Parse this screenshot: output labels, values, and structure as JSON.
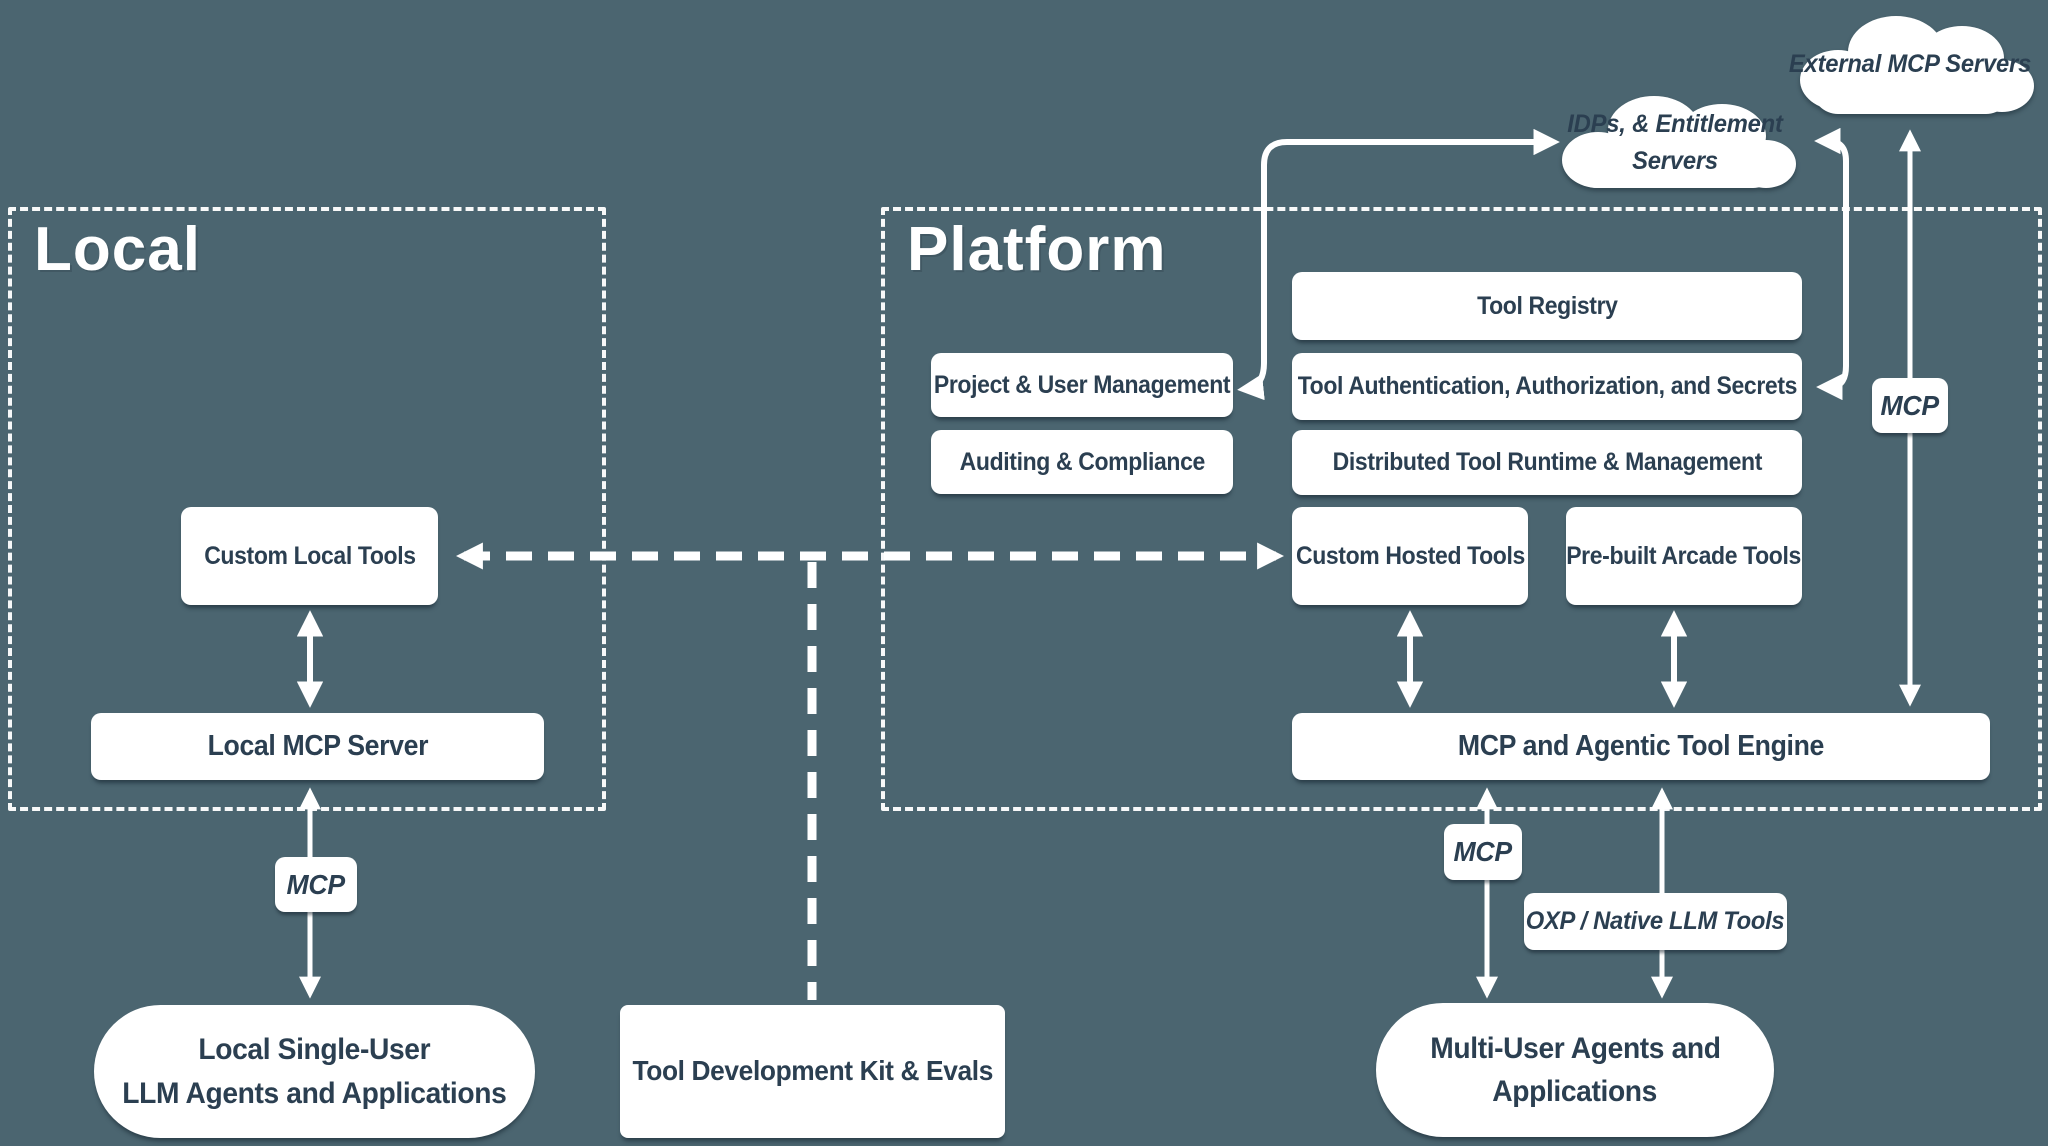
{
  "colors": {
    "background": "#4b6570",
    "ink": "#2b3f51",
    "wire": "#ffffff"
  },
  "containers": {
    "local": {
      "title": "Local"
    },
    "platform": {
      "title": "Platform"
    }
  },
  "clouds": {
    "external_mcp": {
      "label": "External MCP Servers"
    },
    "idps": {
      "line1": "IDPs, & Entitlement",
      "line2": "Servers"
    }
  },
  "nodes": {
    "custom_local_tools": {
      "label": "Custom Local Tools"
    },
    "local_mcp_server": {
      "label": "Local MCP Server"
    },
    "project_user_mgmt": {
      "label": "Project & User Management"
    },
    "auditing_compliance": {
      "label": "Auditing & Compliance"
    },
    "tool_registry": {
      "label": "Tool Registry"
    },
    "tool_auth": {
      "label": "Tool Authentication, Authorization, and Secrets"
    },
    "distributed_runtime": {
      "label": "Distributed Tool Runtime & Management"
    },
    "custom_hosted_tools": {
      "label": "Custom Hosted Tools"
    },
    "prebuilt_arcade": {
      "label": "Pre-built Arcade Tools"
    },
    "tool_engine": {
      "label": "MCP and Agentic Tool Engine"
    }
  },
  "badges": {
    "mcp_local": {
      "label": "MCP"
    },
    "mcp_platform_top": {
      "label": "MCP"
    },
    "mcp_platform_bottom": {
      "label": "MCP"
    },
    "oxp": {
      "label": "OXP / Native LLM Tools"
    }
  },
  "terminals": {
    "local_agents": {
      "line1": "Local Single-User",
      "line2": "LLM Agents and Applications"
    },
    "tdk": {
      "label": "Tool Development Kit & Evals"
    },
    "multi_user": {
      "line1": "Multi-User Agents and",
      "line2": "Applications"
    }
  }
}
